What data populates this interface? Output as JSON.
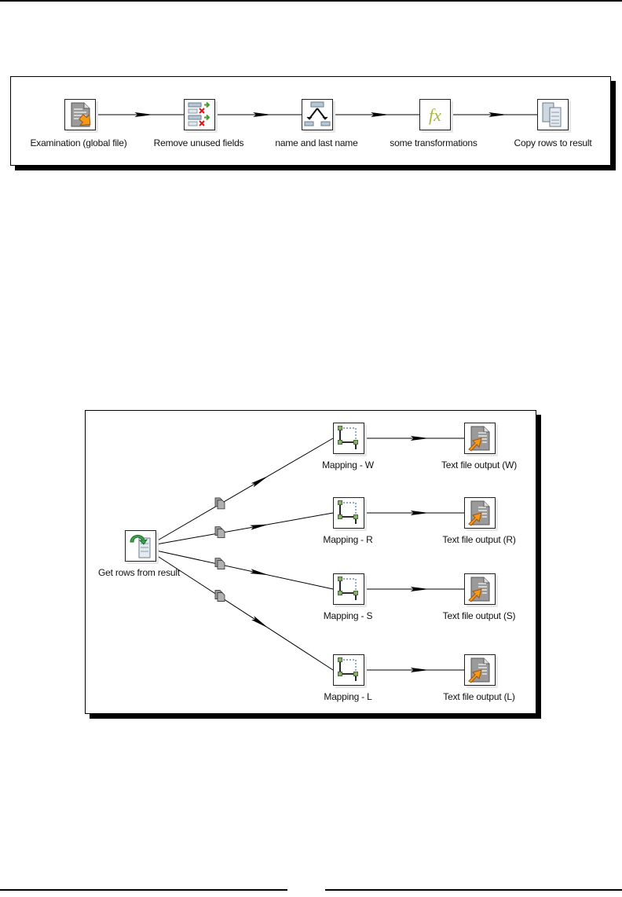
{
  "diagram1": {
    "title": "Transformation: examination preprocessing",
    "steps": [
      {
        "id": "s1",
        "label": "Examination (global file)",
        "icon": "text-file-input-icon"
      },
      {
        "id": "s2",
        "label": "Remove unused fields",
        "icon": "select-values-icon"
      },
      {
        "id": "s3",
        "label": "name and last name",
        "icon": "split-fields-icon"
      },
      {
        "id": "s4",
        "label": "some transformations",
        "icon": "formula-fx-icon"
      },
      {
        "id": "s5",
        "label": "Copy rows to result",
        "icon": "copy-rows-icon"
      }
    ],
    "hops": [
      [
        "s1",
        "s2"
      ],
      [
        "s2",
        "s3"
      ],
      [
        "s3",
        "s4"
      ],
      [
        "s4",
        "s5"
      ]
    ]
  },
  "diagram2": {
    "title": "Transformation: distribute rows",
    "source": {
      "id": "g",
      "label": "Get rows from result",
      "icon": "get-rows-from-result-icon"
    },
    "mappings": [
      {
        "id": "mw",
        "label": "Mapping - W",
        "icon": "mapping-icon"
      },
      {
        "id": "mr",
        "label": "Mapping - R",
        "icon": "mapping-icon"
      },
      {
        "id": "ms",
        "label": "Mapping - S",
        "icon": "mapping-icon"
      },
      {
        "id": "ml",
        "label": "Mapping - L",
        "icon": "mapping-icon"
      }
    ],
    "outputs": [
      {
        "id": "ow",
        "label": "Text file output (W)",
        "icon": "text-file-output-icon"
      },
      {
        "id": "or",
        "label": "Text file output (R)",
        "icon": "text-file-output-icon"
      },
      {
        "id": "os",
        "label": "Text file output (S)",
        "icon": "text-file-output-icon"
      },
      {
        "id": "ol",
        "label": "Text file output (L)",
        "icon": "text-file-output-icon"
      }
    ],
    "hop_badge_icon": "copy-rows-hop-icon"
  }
}
